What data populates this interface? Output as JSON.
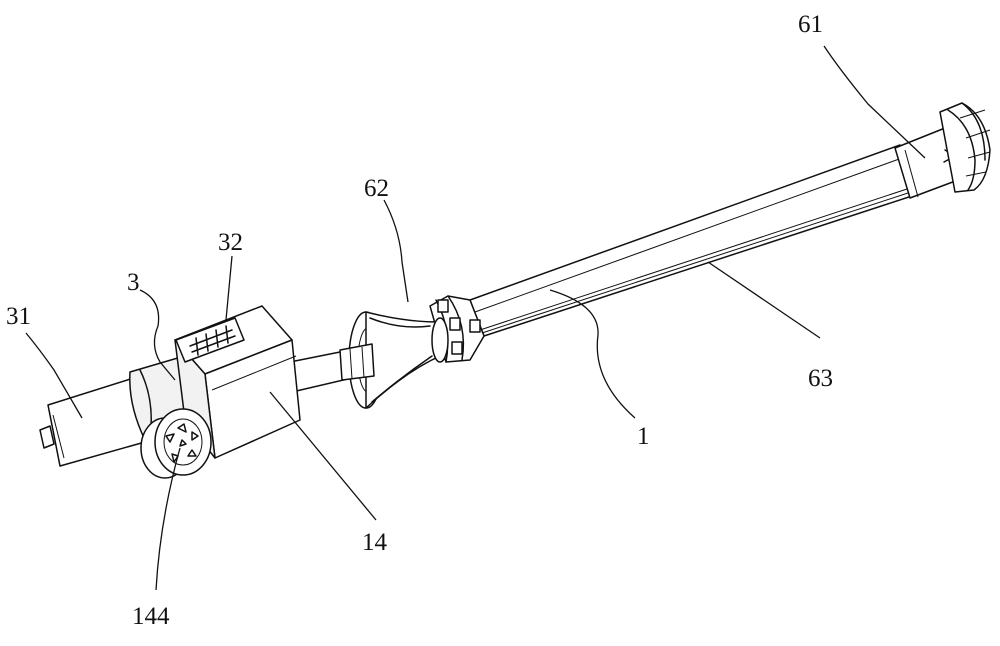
{
  "figure": {
    "labels": {
      "l61": "61",
      "l62": "62",
      "l32": "32",
      "l3": "3",
      "l31": "31",
      "l63": "63",
      "l1": "1",
      "l14": "14",
      "l144": "144"
    }
  }
}
